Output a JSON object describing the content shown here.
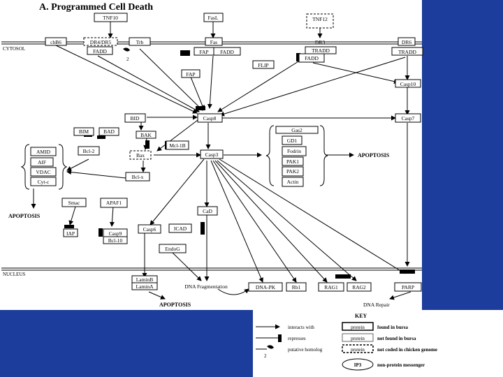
{
  "title": "A.  Programmed Cell Death",
  "regions": {
    "cytosol": "CYTOSOL",
    "nucleus": "NUCLEUS"
  },
  "nodes": {
    "tnf10": "TNF10",
    "fasl": "FasL",
    "tnf12": "TNF12",
    "chb6": "chB6",
    "dr4dr5": "DR4/DR5",
    "trb": "Trb",
    "fas": "Fas",
    "dr3": "DR3",
    "dr6": "DR6",
    "fadd1": "FADD",
    "fap": "FAP",
    "fadd2": "FADD",
    "tradd": "TRADD",
    "fadd3": "FADD",
    "tradd2": "TRADD",
    "flip": "FLIP",
    "fap2": "FAP",
    "casp10": "Casp10",
    "casp8": "Casp8",
    "casp7": "Casp7",
    "bid": "BID",
    "bim": "BIM",
    "bad": "BAD",
    "bak": "BAK",
    "bcl2": "Bcl-2",
    "bax": "Bax",
    "mcl1b": "Mcl-1B",
    "bclx": "Bcl-x",
    "amid": "AMID",
    "aif": "AIF",
    "vdac": "VDAC",
    "cytc": "Cyt-c",
    "casp3": "Casp3",
    "smac": "Smac",
    "apaf1": "APAF1",
    "iap": "IAP",
    "casp9": "Casp9",
    "bcl10": "Bcl-10",
    "casp6": "Casp6",
    "icad": "ICAD",
    "cad": "CaD",
    "endog": "EndoG",
    "gas2": "Gas2",
    "gd1": "GD1",
    "fodrin": "Fodrin",
    "pak1": "PAK1",
    "pak2": "PAK2",
    "actin": "Actin",
    "laminb": "LaminB",
    "lamina": "LaminA",
    "dnafrag": "DNA Fragmentation",
    "dnapk": "DNA-PK",
    "rb1": "Rb1",
    "rag1": "RAG1",
    "rag2": "RAG2",
    "parp": "PARP"
  },
  "outcomes": {
    "apoptosis_left": "APOPTOSIS",
    "apoptosis_right": "APOPTOSIS",
    "apoptosis_bottom": "APOPTOSIS",
    "dna_repair": "DNA Repair"
  },
  "key": {
    "title": "KEY",
    "rows": [
      {
        "symbol_label": "interacts with",
        "box": "protein",
        "meaning": "found in bursa"
      },
      {
        "symbol_label": "represses",
        "box": "protein",
        "meaning": "not found in bursa"
      },
      {
        "symbol_label": "putative homolog",
        "box": "protein",
        "meaning": "not coded in chicken genome"
      },
      {
        "symbol_label": "",
        "box": "IP3",
        "meaning": "non-protein messenger"
      }
    ],
    "homolog_marker": "2"
  }
}
